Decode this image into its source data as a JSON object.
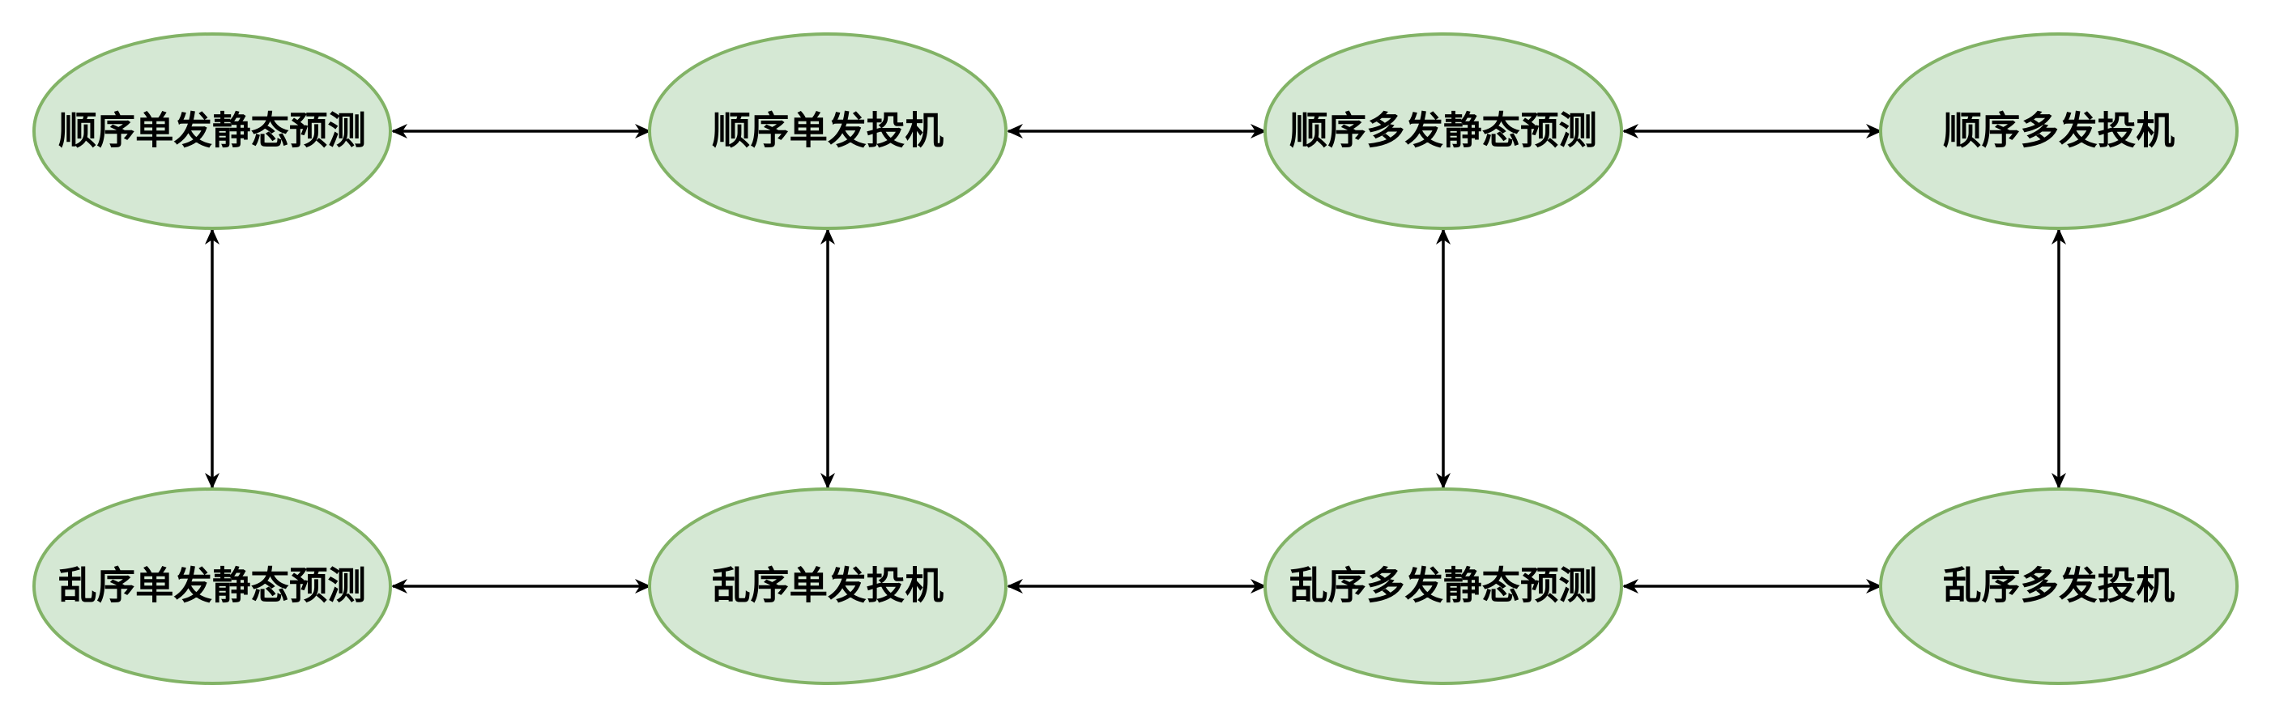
{
  "colors": {
    "node_fill": "#d5e8d4",
    "node_stroke": "#82b366",
    "edge": "#000000",
    "background": "#ffffff"
  },
  "nodes": {
    "top_1": "顺序单发静态预测",
    "top_2": "顺序单发投机",
    "top_3": "顺序多发静态预测",
    "top_4": "顺序多发投机",
    "bottom_1": "乱序单发静态预测",
    "bottom_2": "乱序单发投机",
    "bottom_3": "乱序多发静态预测",
    "bottom_4": "乱序多发投机"
  },
  "edges": [
    {
      "from": "top_1",
      "to": "top_2",
      "direction": "both"
    },
    {
      "from": "top_2",
      "to": "top_3",
      "direction": "both"
    },
    {
      "from": "top_3",
      "to": "top_4",
      "direction": "both"
    },
    {
      "from": "bottom_1",
      "to": "bottom_2",
      "direction": "both"
    },
    {
      "from": "bottom_2",
      "to": "bottom_3",
      "direction": "both"
    },
    {
      "from": "bottom_3",
      "to": "bottom_4",
      "direction": "both"
    },
    {
      "from": "top_1",
      "to": "bottom_1",
      "direction": "both"
    },
    {
      "from": "top_2",
      "to": "bottom_2",
      "direction": "both"
    },
    {
      "from": "top_3",
      "to": "bottom_3",
      "direction": "both"
    },
    {
      "from": "top_4",
      "to": "bottom_4",
      "direction": "both"
    }
  ]
}
